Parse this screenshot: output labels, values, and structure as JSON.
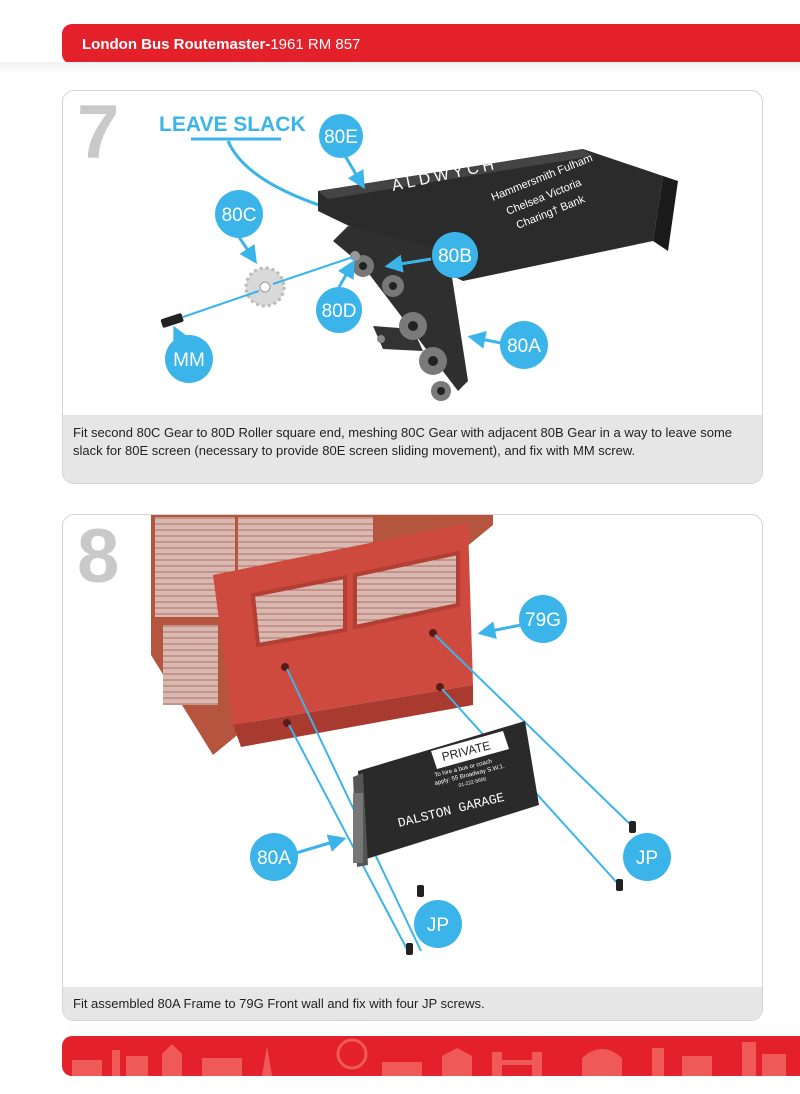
{
  "header": {
    "title": "London Bus Routemaster-",
    "subtitle": "1961 RM 857"
  },
  "colors": {
    "brand_red": "#e4202a",
    "callout_blue": "#3bb4ea",
    "frame_red": "#c8453a"
  },
  "steps": [
    {
      "number": "7",
      "annotation": "LEAVE SLACK",
      "callouts": [
        "80E",
        "80C",
        "80B",
        "80D",
        "MM",
        "80A"
      ],
      "screen_text": {
        "destination": "ALDWYCH",
        "line1": "Hammersmith Fulham",
        "line2": "Chelsea Victoria",
        "line3": "Charing† Bank"
      },
      "caption": "Fit second 80C Gear to 80D Roller square end, meshing 80C Gear with adjacent 80B Gear in a way to leave some slack for 80E screen (necessary to provide 80E screen sliding movement), and fix with MM screw."
    },
    {
      "number": "8",
      "callouts": [
        "79G",
        "80A",
        "JP",
        "JP"
      ],
      "sign_text": {
        "title": "PRIVATE",
        "line1": "To hire a bus or coach",
        "line2": "apply: 55 Broadway S.W.1.",
        "line3": "01-222-5600",
        "destination": "DALSTON GARAGE"
      },
      "caption": "Fit assembled 80A Frame to 79G Front wall and fix with four JP screws."
    }
  ]
}
